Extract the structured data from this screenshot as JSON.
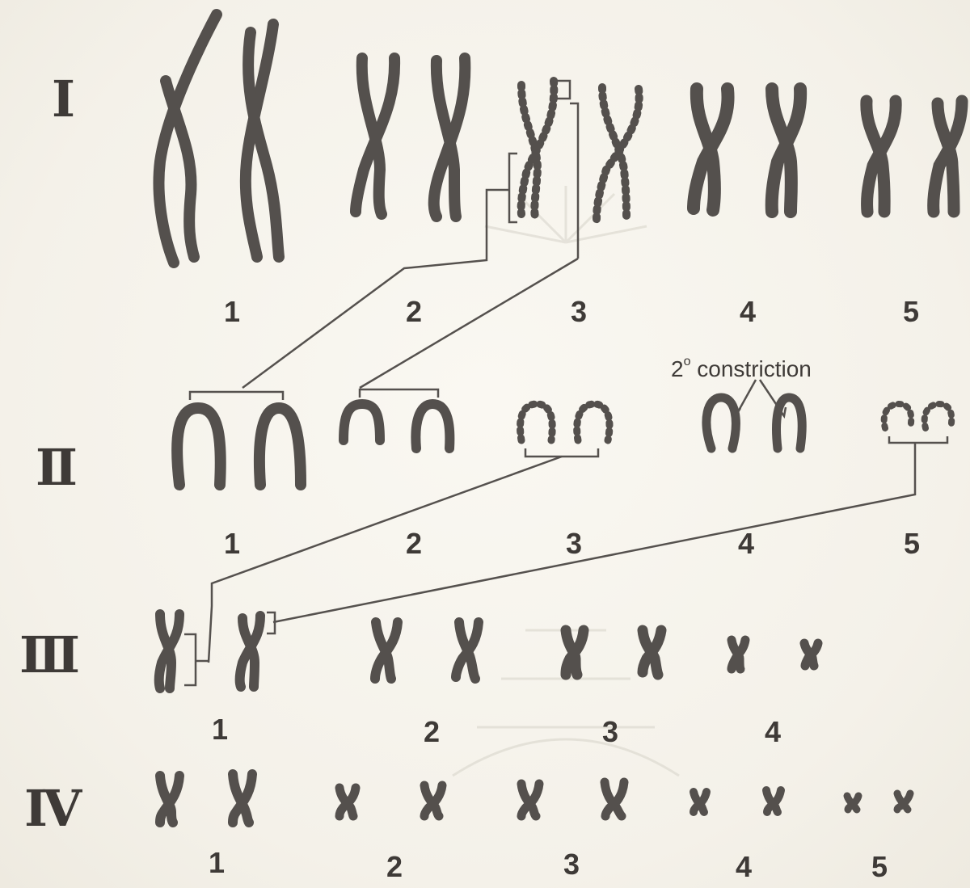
{
  "rows": [
    {
      "label": "I",
      "numbers": [
        "1",
        "2",
        "3",
        "4",
        "5"
      ]
    },
    {
      "label": "II",
      "numbers": [
        "1",
        "2",
        "3",
        "4",
        "5"
      ]
    },
    {
      "label": "III",
      "numbers": [
        "1",
        "2",
        "3",
        "4"
      ]
    },
    {
      "label": "IV",
      "numbers": [
        "1",
        "2",
        "3",
        "4",
        "5"
      ]
    }
  ],
  "annotation": {
    "prefix": "2",
    "superscript": "o",
    "text": "constriction"
  },
  "colors": {
    "chromosome": "#54504d",
    "background": "#f6f3ec"
  }
}
